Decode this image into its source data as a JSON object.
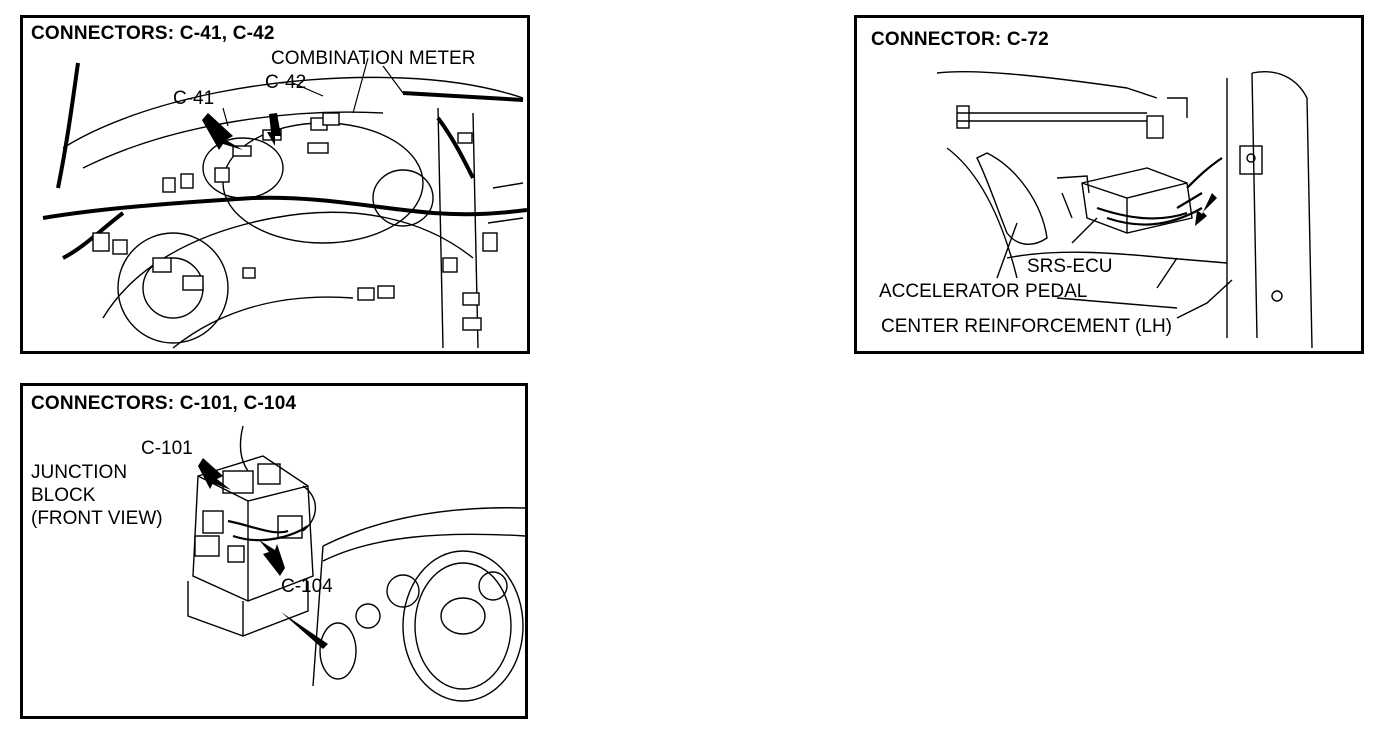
{
  "panels": {
    "c41_c42": {
      "title": "CONNECTORS:  C-41,  C-42",
      "labels": {
        "combination_meter": "COMBINATION METER",
        "c41": "C-41",
        "c42": "C-42"
      }
    },
    "c72": {
      "title": "CONNECTOR:  C-72",
      "labels": {
        "srs_ecu": "SRS-ECU",
        "accelerator_pedal": "ACCELERATOR PEDAL",
        "center_reinforcement": "CENTER REINFORCEMENT (LH)"
      }
    },
    "c101_c104": {
      "title": "CONNECTORS:  C-101,  C-104",
      "labels": {
        "c101": "C-101",
        "junction_1": "JUNCTION",
        "junction_2": "BLOCK",
        "junction_3": "(FRONT VIEW)",
        "c104": "C-104"
      }
    }
  }
}
